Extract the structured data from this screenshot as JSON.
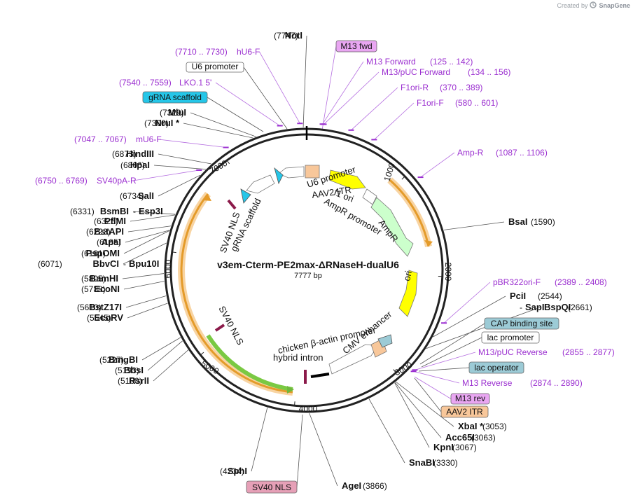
{
  "brand": {
    "created_by": "Created by",
    "app": "SnapGene"
  },
  "plasmid": {
    "name": "v3em-Cterm-PE2max-ΔRNaseH-dualU6",
    "length_label": "7777 bp",
    "length": 7777
  },
  "ticks": [
    "1000",
    "2000",
    "3000",
    "4000",
    "5000",
    "6000",
    "7000"
  ],
  "colors": {
    "primer": "#9b2fd0",
    "orf": "#f5a623",
    "ori": "#ffff00",
    "ampR": "#ccffcc",
    "itr": "#f8c79a",
    "grna": "#25c6e8"
  },
  "sites": [
    {
      "name": "NotI",
      "pos": "(7747)"
    },
    {
      "name": "MluI",
      "pos": "(7329)"
    },
    {
      "name": "NruI *",
      "pos": "(7300)"
    },
    {
      "name": "HindIII",
      "pos": "(6873)"
    },
    {
      "name": "HpaI",
      "pos": "(6806)"
    },
    {
      "name": "SalI",
      "pos": "(6734)"
    },
    {
      "name": "BsmBI",
      "pos": "(6331)",
      "alt": "Esp3I"
    },
    {
      "name": "PflMI",
      "pos": "(6325)"
    },
    {
      "name": "BstAPI",
      "pos": "(6223)"
    },
    {
      "name": "ApaI",
      "pos": "(6185)"
    },
    {
      "name": "PspOMI",
      "pos": "(6181)"
    },
    {
      "name": "BbvCI",
      "pos": "(6071)",
      "alt": "Bpu10I"
    },
    {
      "name": "BamHI",
      "pos": "(5805)"
    },
    {
      "name": "EcoNI",
      "pos": "(5738)"
    },
    {
      "name": "BstZ17I",
      "pos": "(5610)"
    },
    {
      "name": "EcoRV",
      "pos": "(5545)"
    },
    {
      "name": "BmgBI",
      "pos": "(5227)"
    },
    {
      "name": "BbsI",
      "pos": "(5193)"
    },
    {
      "name": "RsrII",
      "pos": "(5100)"
    },
    {
      "name": "SphI",
      "pos": "(4234)"
    },
    {
      "name": "AgeI",
      "pos": "(3866)"
    },
    {
      "name": "SnaBI",
      "pos": "(3330)"
    },
    {
      "name": "KpnI",
      "pos": "(3067)"
    },
    {
      "name": "Acc65I",
      "pos": "(3063)"
    },
    {
      "name": "XbaI *",
      "pos": "(3053)"
    },
    {
      "name": "BspQI",
      "pos": "(2661)",
      "alt": "SapI"
    },
    {
      "name": "PciI",
      "pos": "(2544)"
    },
    {
      "name": "BsaI",
      "pos": "(1590)"
    }
  ],
  "primers": [
    {
      "name": "hU6-F",
      "range": "(7710 .. 7730)"
    },
    {
      "name": "LKO.1 5'",
      "range": "(7540 .. 7559)"
    },
    {
      "name": "mU6-F",
      "range": "(7047 .. 7067)"
    },
    {
      "name": "SV40pA-R",
      "range": "(6750 .. 6769)"
    },
    {
      "name": "M13 Forward",
      "range": "(125 .. 142)"
    },
    {
      "name": "M13/pUC Forward",
      "range": "(134 .. 156)"
    },
    {
      "name": "F1ori-R",
      "range": "(370 .. 389)"
    },
    {
      "name": "F1ori-F",
      "range": "(580 .. 601)"
    },
    {
      "name": "Amp-R",
      "range": "(1087 .. 1106)"
    },
    {
      "name": "pBR322ori-F",
      "range": "(2389 .. 2408)"
    },
    {
      "name": "M13/pUC Reverse",
      "range": "(2855 .. 2877)"
    },
    {
      "name": "M13 Reverse",
      "range": "(2874 .. 2890)"
    }
  ],
  "boxes": [
    {
      "label": "U6 promoter",
      "fill": "#ffffff"
    },
    {
      "label": "gRNA scaffold",
      "fill": "#25c6e8"
    },
    {
      "label": "M13 fwd",
      "fill": "#e9a6f2"
    },
    {
      "label": "CAP binding site",
      "fill": "#9ccbd6"
    },
    {
      "label": "lac promoter",
      "fill": "#ffffff"
    },
    {
      "label": "lac operator",
      "fill": "#9ccbd6"
    },
    {
      "label": "M13 rev",
      "fill": "#e9a6f2"
    },
    {
      "label": "AAV2 ITR",
      "fill": "#f8c79a"
    },
    {
      "label": "SV40 NLS",
      "fill": "#e6a0b7"
    }
  ],
  "inner_features": {
    "u6_promoter_inner": "U6 promoter",
    "aav2_itr_inner": "AAV2 ITR",
    "f1_ori": "f1 ori",
    "ampr_promoter": "AmpR promoter",
    "ampr": "AmpR",
    "ori": "ori",
    "sv40_nls_top": "SV40 NLS",
    "grna_scaffold_inner": "gRNA scaffold",
    "sv40_nls_left": "SV40 NLS",
    "cmv_enhancer": "CMV enhancer",
    "chicken_actin": "chicken β-actin promoter",
    "hybrid_intron": "hybrid intron"
  }
}
